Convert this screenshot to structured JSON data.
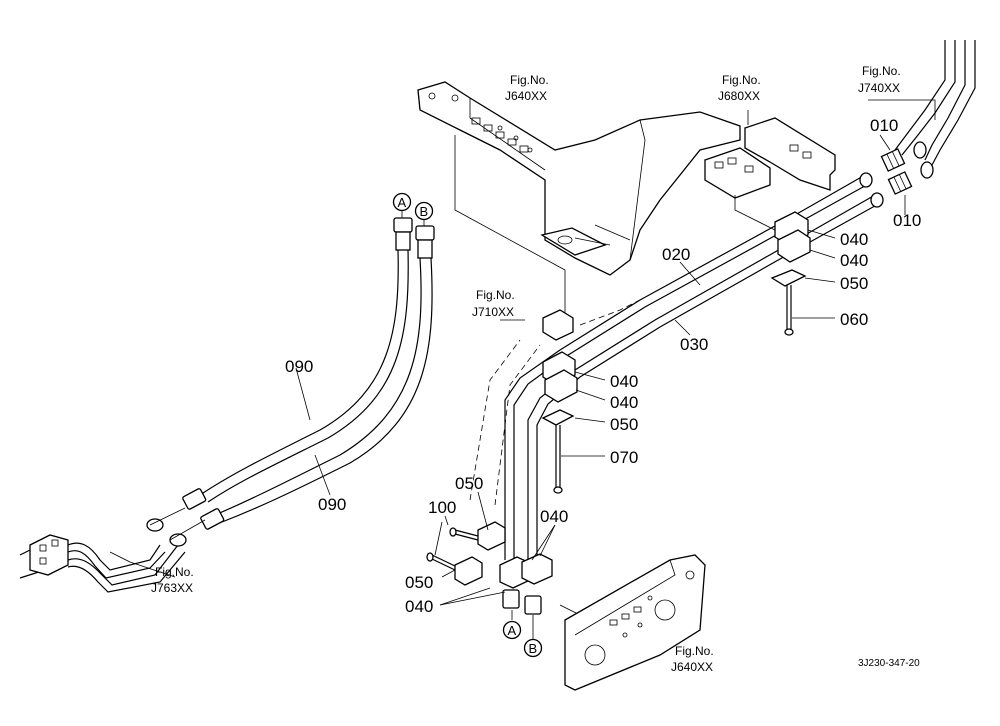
{
  "drawing_code": "3J230-347-20",
  "fig_refs": [
    {
      "id": "j640_top",
      "line1": "Fig.No.",
      "line2": "J640XX"
    },
    {
      "id": "j680",
      "line1": "Fig.No.",
      "line2": "J680XX"
    },
    {
      "id": "j740",
      "line1": "Fig.No.",
      "line2": "J740XX"
    },
    {
      "id": "j710",
      "line1": "Fig.No.",
      "line2": "J710XX"
    },
    {
      "id": "j763",
      "line1": "Fig.No.",
      "line2": "J763XX"
    },
    {
      "id": "j640_bottom",
      "line1": "Fig.No.",
      "line2": "J640XX"
    }
  ],
  "part_labels": [
    {
      "id": "p010a",
      "text": "010"
    },
    {
      "id": "p010b",
      "text": "010"
    },
    {
      "id": "p020",
      "text": "020"
    },
    {
      "id": "p030",
      "text": "030"
    },
    {
      "id": "p040a",
      "text": "040"
    },
    {
      "id": "p040b",
      "text": "040"
    },
    {
      "id": "p050a",
      "text": "050"
    },
    {
      "id": "p060",
      "text": "060"
    },
    {
      "id": "p040c",
      "text": "040"
    },
    {
      "id": "p040d",
      "text": "040"
    },
    {
      "id": "p050b",
      "text": "050"
    },
    {
      "id": "p070",
      "text": "070"
    },
    {
      "id": "p090a",
      "text": "090"
    },
    {
      "id": "p090b",
      "text": "090"
    },
    {
      "id": "p050c",
      "text": "050"
    },
    {
      "id": "p100",
      "text": "100"
    },
    {
      "id": "p040e",
      "text": "040"
    },
    {
      "id": "p050d",
      "text": "050"
    },
    {
      "id": "p040f",
      "text": "040"
    }
  ],
  "connection_markers": [
    {
      "id": "a_top",
      "text": "A"
    },
    {
      "id": "b_top",
      "text": "B"
    },
    {
      "id": "a_bottom",
      "text": "A"
    },
    {
      "id": "b_bottom",
      "text": "B"
    }
  ]
}
